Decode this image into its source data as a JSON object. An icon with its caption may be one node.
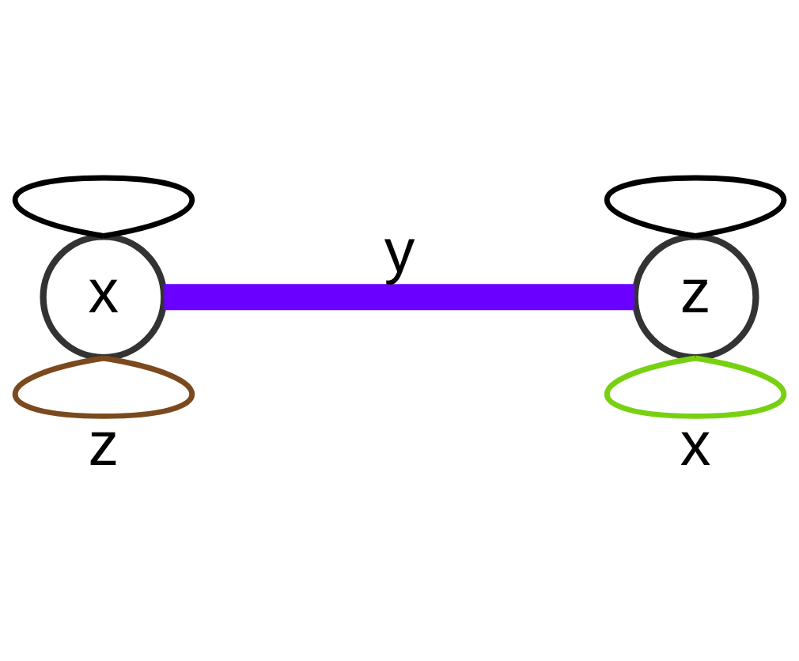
{
  "diagram": {
    "nodes": [
      {
        "text": [
          "x"
        ]
      },
      {
        "text": [
          "z"
        ]
      }
    ],
    "edges": [
      {
        "from": 0,
        "to": 0,
        "arrow": "none"
      },
      {
        "from": 0,
        "to": 0,
        "arrow": "none",
        "label": "z",
        "color": "#7a4a1e"
      },
      {
        "from": 0,
        "to": 1,
        "arrow": "none",
        "label": "y",
        "style": "thick",
        "color": "#6a00ff"
      },
      {
        "from": 1,
        "to": 1,
        "arrow": "none"
      },
      {
        "from": 1,
        "to": 1,
        "arrow": "none",
        "label": "x",
        "color": "#77d111"
      }
    ]
  }
}
